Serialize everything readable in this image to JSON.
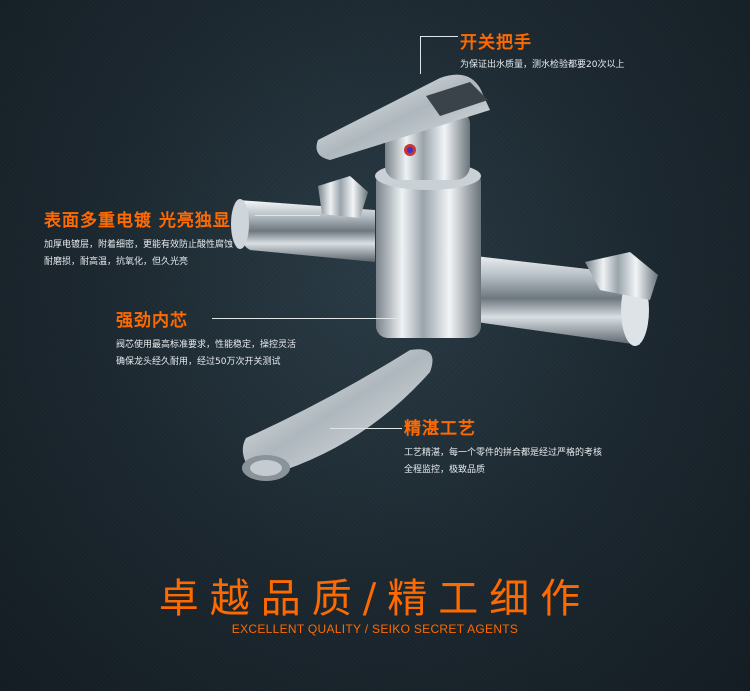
{
  "callouts": {
    "handle": {
      "title": "开关把手",
      "desc": "为保证出水质量，测水检验都要20次以上"
    },
    "plating": {
      "title": "表面多重电镀 光亮独显",
      "desc_line1": "加厚电镀层，附着细密，更能有效防止酸性腐蚀",
      "desc_line2": "耐磨损，耐高温，抗氧化，但久光亮"
    },
    "core": {
      "title": "强劲内芯",
      "desc_line1": "阀芯使用最高标准要求，性能稳定，操控灵活",
      "desc_line2": "确保龙头经久耐用，经过50万次开关测试"
    },
    "craft": {
      "title": "精湛工艺",
      "desc_line1": "工艺精湛，每一个零件的拼合都是经过严格的考核",
      "desc_line2": "全程监控，极致品质"
    }
  },
  "footer": {
    "title": "卓越品质/精工细作",
    "subtitle": "EXCELLENT QUALITY / SEIKO SECRET AGENTS"
  },
  "colors": {
    "accent": "#ff6a00",
    "background": "#1b272f",
    "text": "#e6ebee"
  }
}
